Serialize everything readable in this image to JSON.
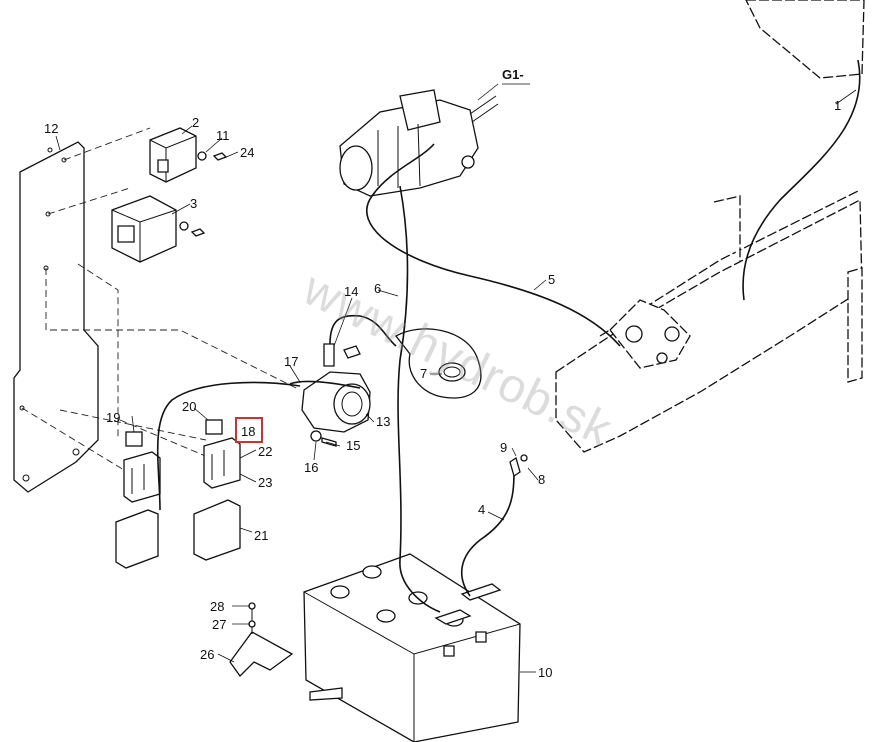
{
  "diagram": {
    "callouts": [
      "1",
      "2",
      "3",
      "4",
      "5",
      "6",
      "7",
      "8",
      "9",
      "10",
      "11",
      "12",
      "13",
      "14",
      "15",
      "16",
      "17",
      "18",
      "19",
      "20",
      "21",
      "22",
      "23",
      "24",
      "26",
      "27",
      "28"
    ],
    "connector_label": "G1-",
    "highlighted_callout": "18",
    "highlight_color": "#d32f2f",
    "watermark": "www.hydrob.sk"
  }
}
